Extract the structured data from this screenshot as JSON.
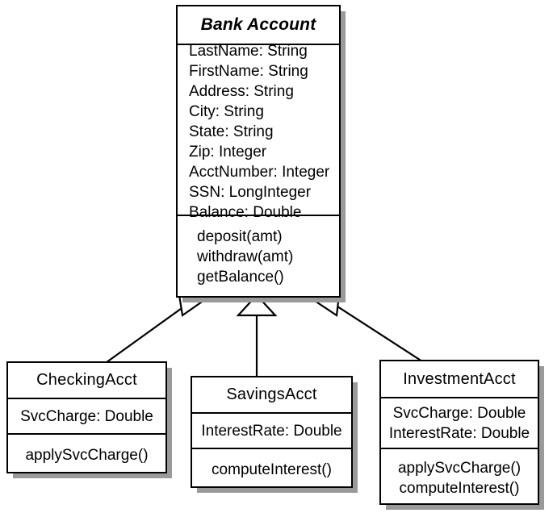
{
  "diagram": {
    "kind": "uml-class-diagram",
    "colors": {
      "background": "#ffffff",
      "box_fill": "#ffffff",
      "stroke": "#000000",
      "shadow": "#9a9a9a"
    },
    "superclass": {
      "name": "Bank Account",
      "is_abstract": true,
      "attributes": [
        "LastName: String",
        "FirstName: String",
        "Address: String",
        "City: String",
        "State: String",
        "Zip: Integer",
        "AcctNumber: Integer",
        "SSN: LongInteger",
        "Balance: Double"
      ],
      "methods": [
        "deposit(amt)",
        "withdraw(amt)",
        "getBalance()"
      ]
    },
    "subclasses": [
      {
        "name": "CheckingAcct",
        "attributes": [
          "SvcCharge: Double"
        ],
        "methods": [
          "applySvcCharge()"
        ]
      },
      {
        "name": "SavingsAcct",
        "attributes": [
          "InterestRate: Double"
        ],
        "methods": [
          "computeInterest()"
        ]
      },
      {
        "name": "InvestmentAcct",
        "attributes": [
          "SvcCharge: Double",
          "InterestRate: Double"
        ],
        "methods": [
          "applySvcCharge()",
          "computeInterest()"
        ]
      }
    ],
    "relationships": [
      {
        "type": "generalization",
        "from": "CheckingAcct",
        "to": "Bank Account"
      },
      {
        "type": "generalization",
        "from": "SavingsAcct",
        "to": "Bank Account"
      },
      {
        "type": "generalization",
        "from": "InvestmentAcct",
        "to": "Bank Account"
      }
    ]
  }
}
